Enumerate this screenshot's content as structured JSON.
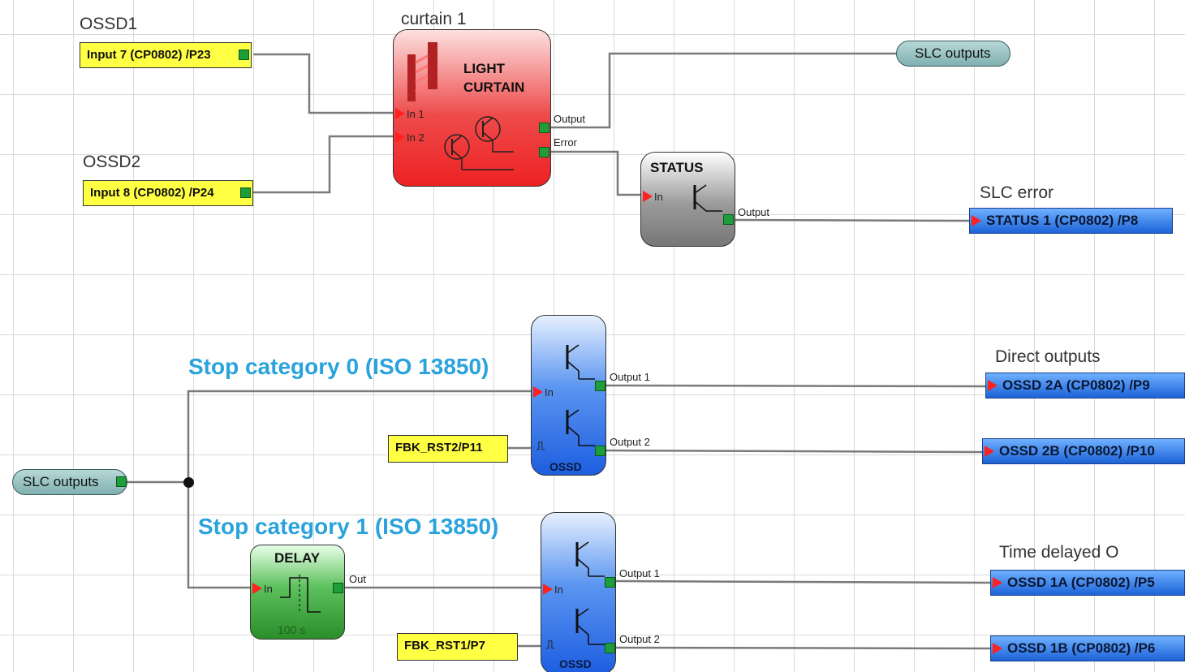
{
  "labels": {
    "ossd1": "OSSD1",
    "ossd2": "OSSD2",
    "curtain": "curtain 1",
    "slc_error": "SLC error",
    "direct_outputs": "Direct outputs",
    "time_delayed": "Time delayed O",
    "stop_cat0": "Stop category 0 (ISO 13850)",
    "stop_cat1": "Stop category 1 (ISO 13850)"
  },
  "inputs": {
    "input7": "Input 7 (CP0802) /P23",
    "input8": "Input 8 (CP0802) /P24",
    "fbk_rst2": "FBK_RST2/P11",
    "fbk_rst1": "FBK_RST1/P7"
  },
  "light_curtain": {
    "title_line1": "LIGHT",
    "title_line2": "CURTAIN",
    "in1": "In 1",
    "in2": "In 2",
    "output": "Output",
    "error": "Error"
  },
  "status_block": {
    "title": "STATUS",
    "in": "In",
    "output": "Output"
  },
  "ossd_upper": {
    "in": "In",
    "output1": "Output 1",
    "output2": "Output 2",
    "label": "OSSD"
  },
  "ossd_lower": {
    "in": "In",
    "output1": "Output 1",
    "output2": "Output 2",
    "label": "OSSD"
  },
  "delay_block": {
    "title": "DELAY",
    "in": "In",
    "out": "Out",
    "value": "100 s"
  },
  "slc_outputs_out": "SLC outputs",
  "slc_outputs_in": "SLC outputs",
  "outputs": {
    "status1": "STATUS 1 (CP0802) /P8",
    "ossd2a": "OSSD 2A (CP0802)  /P9",
    "ossd2b": "OSSD 2B (CP0802)  /P10",
    "ossd1a": "OSSD 1A (CP0802)  /P5",
    "ossd1b": "OSSD 1B (CP0802)  /P6"
  },
  "colors": {
    "input_fill": "#ffff44",
    "output_fill": "#2f7ff0",
    "curtain_fill": "#e83838",
    "status_fill": "#8a8a8a",
    "ossd_fill": "#2f6fe8",
    "delay_fill": "#3aa13a",
    "stop_text": "#2aa3dc",
    "pin": "#1d9e3a"
  }
}
